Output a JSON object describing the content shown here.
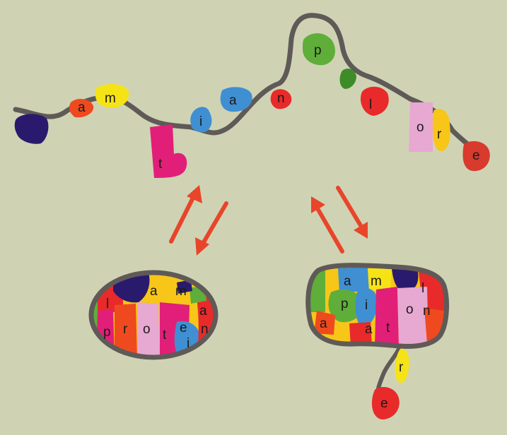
{
  "colors": {
    "background": "#cfd3b4",
    "chain": "#5f5a57",
    "arrow": "#e8452a",
    "purple": "#2a1a6e",
    "orange": "#ef4a1f",
    "yellow": "#f6e316",
    "magenta": "#e21f78",
    "blue": "#3f8fd2",
    "red": "#e82a2a",
    "green": "#5fae3a",
    "dark_green": "#3d8c28",
    "pink": "#e7a8d2",
    "gold": "#f7c618",
    "crimson": "#d83a2e"
  },
  "unfolded_chain": {
    "residues": [
      "a",
      "m",
      "t",
      "i",
      "a",
      "n",
      "p",
      "l",
      "o",
      "r",
      "e"
    ]
  },
  "folded_protein_left": {
    "residues": [
      "a",
      "m",
      "l",
      "p",
      "r",
      "o",
      "t",
      "e",
      "a",
      "n",
      "i"
    ]
  },
  "folded_protein_right": {
    "residues": [
      "a",
      "m",
      "l",
      "a",
      "p",
      "i",
      "t",
      "o",
      "n",
      "a",
      "r",
      "e"
    ]
  }
}
